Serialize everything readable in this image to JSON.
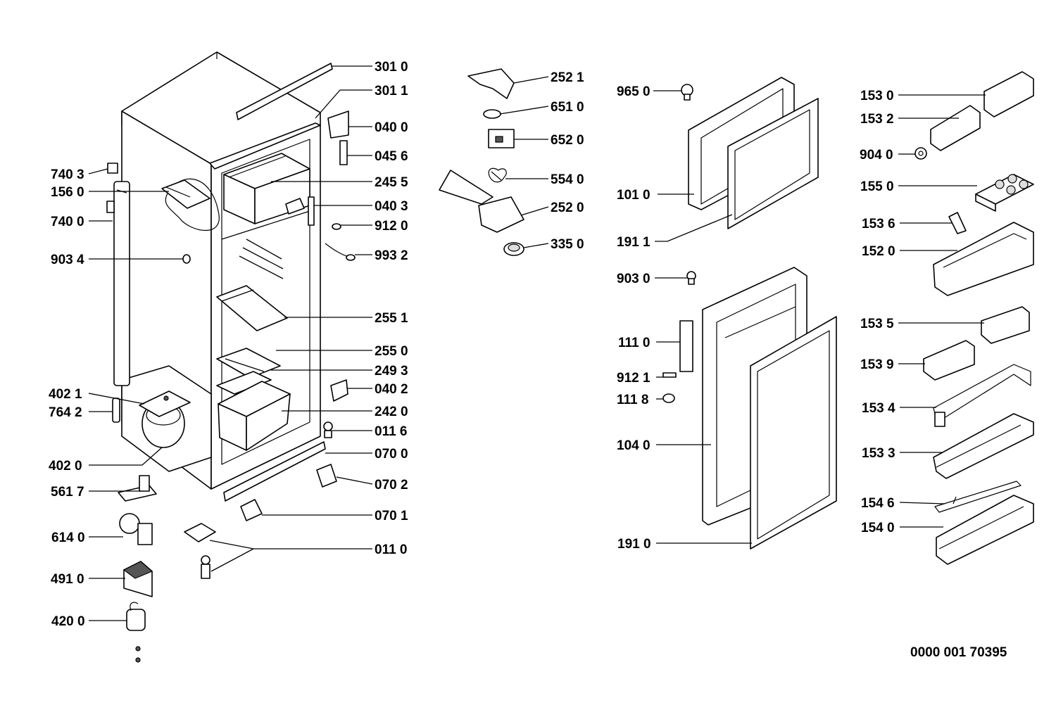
{
  "parts": [
    {
      "id": "301 0"
    },
    {
      "id": "301 1"
    },
    {
      "id": "040 0"
    },
    {
      "id": "045 6"
    },
    {
      "id": "245 5"
    },
    {
      "id": "040 3"
    },
    {
      "id": "912 0"
    },
    {
      "id": "993 2"
    },
    {
      "id": "255 1"
    },
    {
      "id": "255 0"
    },
    {
      "id": "249 3"
    },
    {
      "id": "040 2"
    },
    {
      "id": "242 0"
    },
    {
      "id": "011 6"
    },
    {
      "id": "070 0"
    },
    {
      "id": "070 2"
    },
    {
      "id": "070 1"
    },
    {
      "id": "011 0"
    },
    {
      "id": "740 3"
    },
    {
      "id": "156 0"
    },
    {
      "id": "740 0"
    },
    {
      "id": "903 4"
    },
    {
      "id": "402 1"
    },
    {
      "id": "764 2"
    },
    {
      "id": "402 0"
    },
    {
      "id": "561 7"
    },
    {
      "id": "614 0"
    },
    {
      "id": "491 0"
    },
    {
      "id": "420 0"
    },
    {
      "id": "252 1"
    },
    {
      "id": "651 0"
    },
    {
      "id": "652 0"
    },
    {
      "id": "554 0"
    },
    {
      "id": "252 0"
    },
    {
      "id": "335 0"
    },
    {
      "id": "965 0"
    },
    {
      "id": "101 0"
    },
    {
      "id": "191 1"
    },
    {
      "id": "903 0"
    },
    {
      "id": "111 0"
    },
    {
      "id": "912 1"
    },
    {
      "id": "111 8"
    },
    {
      "id": "104 0"
    },
    {
      "id": "191 0"
    },
    {
      "id": "153 0"
    },
    {
      "id": "153 2"
    },
    {
      "id": "904 0"
    },
    {
      "id": "155 0"
    },
    {
      "id": "153 6"
    },
    {
      "id": "152 0"
    },
    {
      "id": "153 5"
    },
    {
      "id": "153 9"
    },
    {
      "id": "153 4"
    },
    {
      "id": "153 3"
    },
    {
      "id": "154 6"
    },
    {
      "id": "154 0"
    }
  ],
  "document_code": "0000 001 70395"
}
